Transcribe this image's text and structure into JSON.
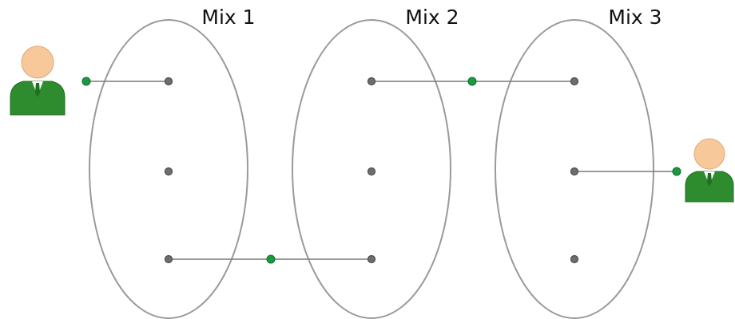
{
  "mixes": [
    {
      "label": "Mix 1"
    },
    {
      "label": "Mix 2"
    },
    {
      "label": "Mix 3"
    }
  ],
  "nodes_per_mix": 3,
  "route": [
    {
      "from": "sender",
      "to": "mix-1-node-1"
    },
    {
      "from": "mix-1-node-3",
      "to": "mix-2-node-3"
    },
    {
      "from": "mix-2-node-1",
      "to": "mix-3-node-1"
    },
    {
      "from": "mix-3-node-2",
      "to": "receiver"
    }
  ],
  "users": [
    {
      "role": "sender",
      "icon": "user-icon"
    },
    {
      "role": "receiver",
      "icon": "user-icon"
    }
  ],
  "colors": {
    "ellipse_stroke": "#9a9a9a",
    "node_fill": "#6e6e6e",
    "node_stroke": "#4a4a4a",
    "message_dot": "#1a9a3e",
    "link_line": "#7a7a7a",
    "user_suit": "#2e8b2e",
    "user_suit_dark": "#1f6e22",
    "user_skin": "#f7c99a",
    "user_shirt": "#ffffff"
  }
}
